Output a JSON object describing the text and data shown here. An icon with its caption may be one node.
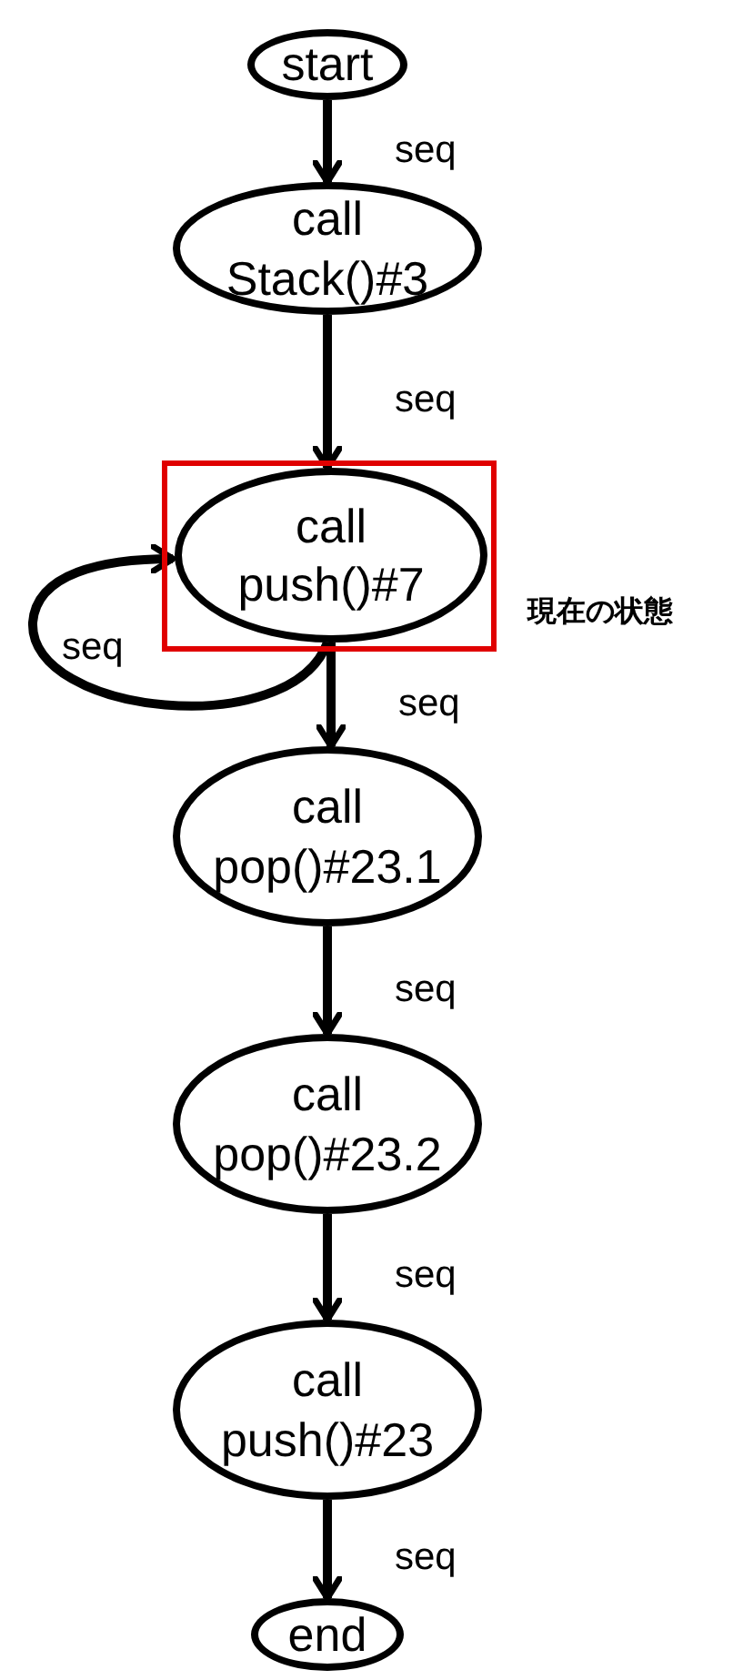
{
  "diagram": {
    "nodes": [
      {
        "text": [
          "start"
        ]
      },
      {
        "text": [
          "call Stack()#3"
        ]
      },
      {
        "text": [
          "現在の状態"
        ]
      },
      {
        "text": [
          "call push()#7"
        ],
        "in": 2
      },
      {
        "text": [
          "call pop()#23.1"
        ]
      },
      {
        "text": [
          "call pop()#23.2"
        ]
      },
      {
        "text": [
          "call push()#23"
        ]
      },
      {
        "text": [
          "end"
        ]
      }
    ],
    "edges": [
      {
        "from": 0,
        "to": 1,
        "arrow": "to",
        "label": "seq"
      },
      {
        "from": 1,
        "to": 3,
        "arrow": "to",
        "label": "seq"
      },
      {
        "from": 3,
        "to": 3,
        "arrow": "to",
        "label": "seq"
      },
      {
        "from": 3,
        "to": 4,
        "arrow": "to",
        "label": "seq"
      },
      {
        "from": 4,
        "to": 5,
        "arrow": "to",
        "label": "seq"
      },
      {
        "from": 5,
        "to": 6,
        "arrow": "to",
        "label": "seq"
      },
      {
        "from": 6,
        "to": 7,
        "arrow": "to",
        "label": "seq"
      }
    ]
  }
}
